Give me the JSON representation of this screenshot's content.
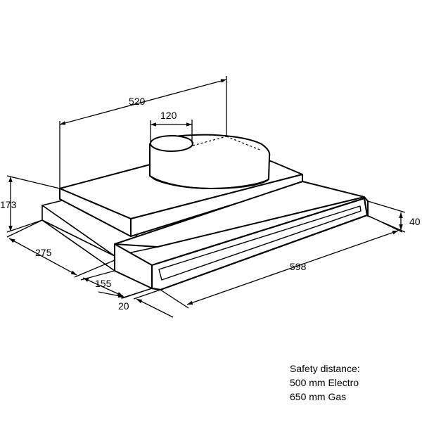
{
  "dimensions": {
    "width_overall": "520",
    "duct_diameter": "120",
    "height": "173",
    "depth": "275",
    "depth_front": "155",
    "front_offset": "20",
    "front_width": "598",
    "front_height": "40"
  },
  "safety_note": {
    "line1": "Safety distance:",
    "line2": "500 mm Electro",
    "line3": "650 mm Gas"
  },
  "colors": {
    "line": "#000000",
    "background": "#ffffff"
  }
}
